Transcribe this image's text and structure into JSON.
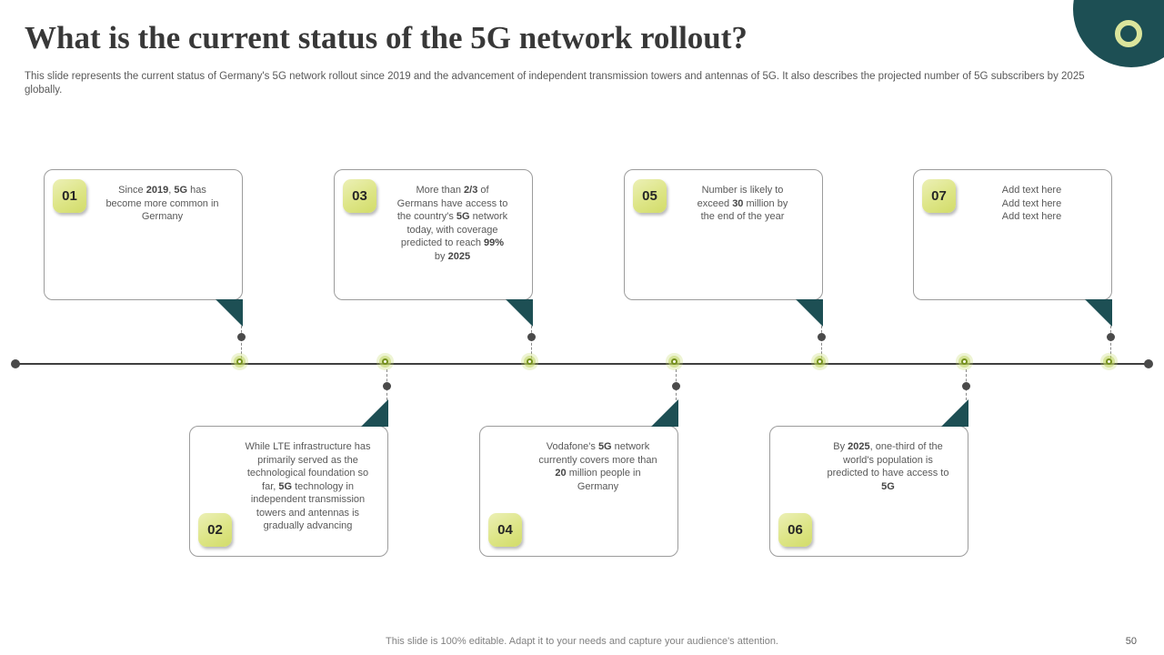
{
  "slide": {
    "title": "What is the current status of the 5G network rollout?",
    "description": "This slide represents the current status of Germany's 5G network rollout since 2019 and the advancement of independent transmission towers and antennas of 5G. It also describes the projected number of 5G subscribers by 2025 globally.",
    "footer": "This slide is 100% editable. Adapt it to your needs and capture your audience's attention.",
    "page_number": "50"
  },
  "colors": {
    "accent_teal": "#1d4f54",
    "badge_green": "#dde586",
    "ring_green": "#dbe59c",
    "marker_green": "#75901d",
    "marker_halo": "#c1d664",
    "text_gray": "#595959",
    "timeline_dark": "#3f3f3f"
  },
  "timeline": {
    "items": [
      {
        "number": "01",
        "position": "top",
        "segments": [
          {
            "t": "Since "
          },
          {
            "t": "2019",
            "b": true
          },
          {
            "t": ", "
          },
          {
            "t": "5G",
            "b": true
          },
          {
            "t": " has become more common in Germany"
          }
        ]
      },
      {
        "number": "02",
        "position": "bottom",
        "segments": [
          {
            "t": "While LTE infrastructure has primarily served as the technological foundation so far, "
          },
          {
            "t": "5G",
            "b": true
          },
          {
            "t": " technology in independent transmission towers and antennas is gradually advancing"
          }
        ]
      },
      {
        "number": "03",
        "position": "top",
        "segments": [
          {
            "t": "More than "
          },
          {
            "t": "2/3",
            "b": true
          },
          {
            "t": " of Germans have access to the country's "
          },
          {
            "t": "5G",
            "b": true
          },
          {
            "t": " network today, with coverage predicted to reach "
          },
          {
            "t": "99%",
            "b": true
          },
          {
            "t": " by "
          },
          {
            "t": "2025",
            "b": true
          }
        ]
      },
      {
        "number": "04",
        "position": "bottom",
        "segments": [
          {
            "t": "Vodafone's "
          },
          {
            "t": "5G",
            "b": true
          },
          {
            "t": " network currently covers more than "
          },
          {
            "t": "20",
            "b": true
          },
          {
            "t": " million people in Germany"
          }
        ]
      },
      {
        "number": "05",
        "position": "top",
        "segments": [
          {
            "t": "Number is likely to exceed "
          },
          {
            "t": "30",
            "b": true
          },
          {
            "t": " million by the end of the year"
          }
        ]
      },
      {
        "number": "06",
        "position": "bottom",
        "segments": [
          {
            "t": "By "
          },
          {
            "t": "2025",
            "b": true
          },
          {
            "t": ", one-third of the world's population is predicted to have access to "
          },
          {
            "t": "5G",
            "b": true
          }
        ]
      },
      {
        "number": "07",
        "position": "top",
        "segments": [
          {
            "t": "Add text here"
          },
          {
            "br": true
          },
          {
            "t": "Add text here"
          },
          {
            "br": true
          },
          {
            "t": "Add text here"
          }
        ]
      }
    ]
  }
}
